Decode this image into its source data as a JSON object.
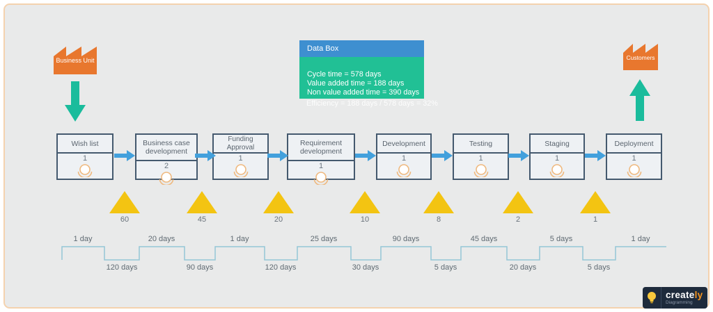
{
  "entities": {
    "business_unit": {
      "label": "Business Unit"
    },
    "customers": {
      "label": "Customers"
    }
  },
  "data_box": {
    "title": "Data Box",
    "cycle_time": "Cycle time = 578 days",
    "value_added_time": "Value added time = 188 days",
    "non_value_added_time": "Non value added time =  390 days",
    "efficiency": "Efficiency = 188 days / 578 days = 32%"
  },
  "process_boxes": [
    {
      "title": "Wish list",
      "operators": "1"
    },
    {
      "title": "Business case development",
      "operators": "2"
    },
    {
      "title": "Funding Approval",
      "operators": "1"
    },
    {
      "title": "Requirement development",
      "operators": "1"
    },
    {
      "title": "Development",
      "operators": "1"
    },
    {
      "title": "Testing",
      "operators": "1"
    },
    {
      "title": "Staging",
      "operators": "1"
    },
    {
      "title": "Deployment",
      "operators": "1"
    }
  ],
  "inventory_wait_counts": [
    "60",
    "45",
    "20",
    "10",
    "8",
    "2",
    "1"
  ],
  "timeline": {
    "top_labels": [
      "1 day",
      "20 days",
      "1 day",
      "25 days",
      "90 days",
      "45 days",
      "5 days",
      "1 day"
    ],
    "bottom_labels": [
      "120 days",
      "90 days",
      "120 days",
      "30 days",
      "5 days",
      "20 days",
      "5 days"
    ]
  },
  "branding": {
    "logo_primary": "create",
    "logo_accent": "ly",
    "logo_subtitle": "Diagramming"
  },
  "colors": {
    "factory_orange": "#E8772E",
    "flow_green": "#1ABC9C",
    "databox_header_blue": "#3E8FD0",
    "databox_body_green": "#21C095",
    "process_border": "#44596E",
    "push_arrow_blue": "#42A0DC",
    "inventory_yellow": "#F3C412",
    "timeline_line": "#94C6D6"
  }
}
